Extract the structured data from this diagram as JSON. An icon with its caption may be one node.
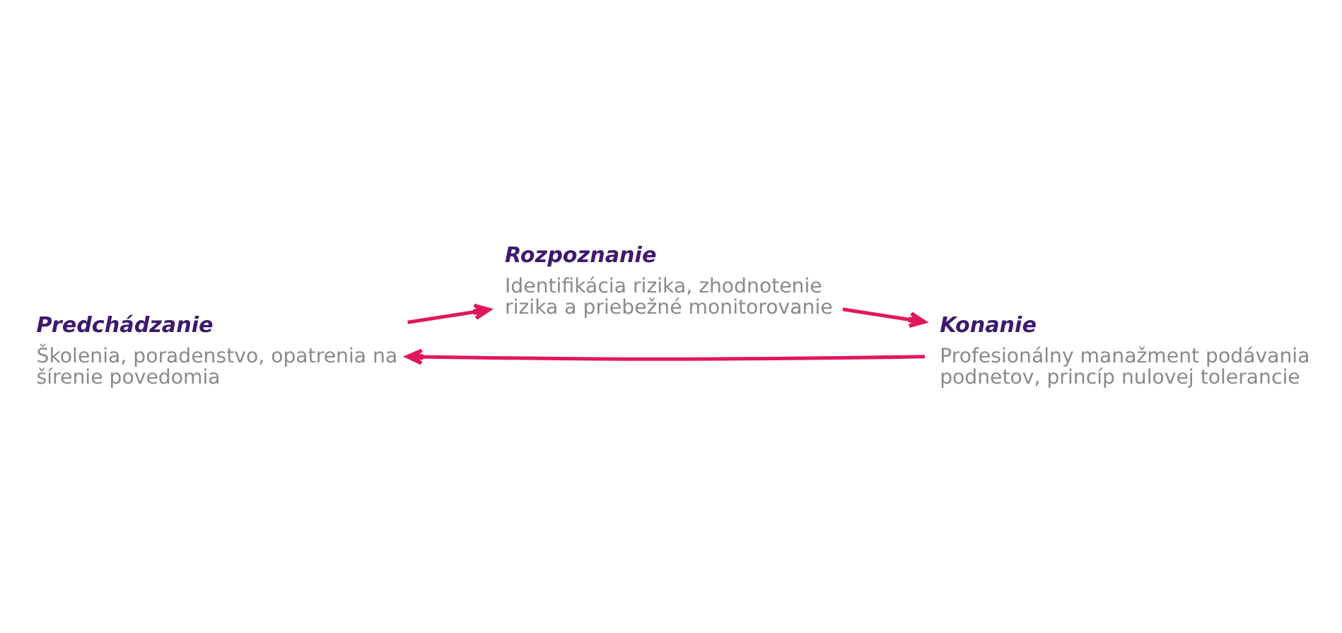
{
  "diagram": {
    "nodes": [
      {
        "text": [
          "Predchádzanie",
          "Školenia, poradenstvo, opatrenia na šírenie povedomia"
        ]
      },
      {
        "text": [
          "Rozpoznanie",
          "Identifikácia rizika, zhodnotenie rizika a priebežné monitorovanie"
        ]
      },
      {
        "text": [
          "Konanie",
          "Profesionálny manažment podávania podnetov, princíp nulovej tolerancie"
        ]
      }
    ],
    "edges": [
      {
        "from": 0,
        "to": 1,
        "arrow": "to"
      },
      {
        "from": 1,
        "to": 2,
        "arrow": "to"
      },
      {
        "from": 2,
        "to": 0,
        "arrow": "to"
      }
    ]
  }
}
